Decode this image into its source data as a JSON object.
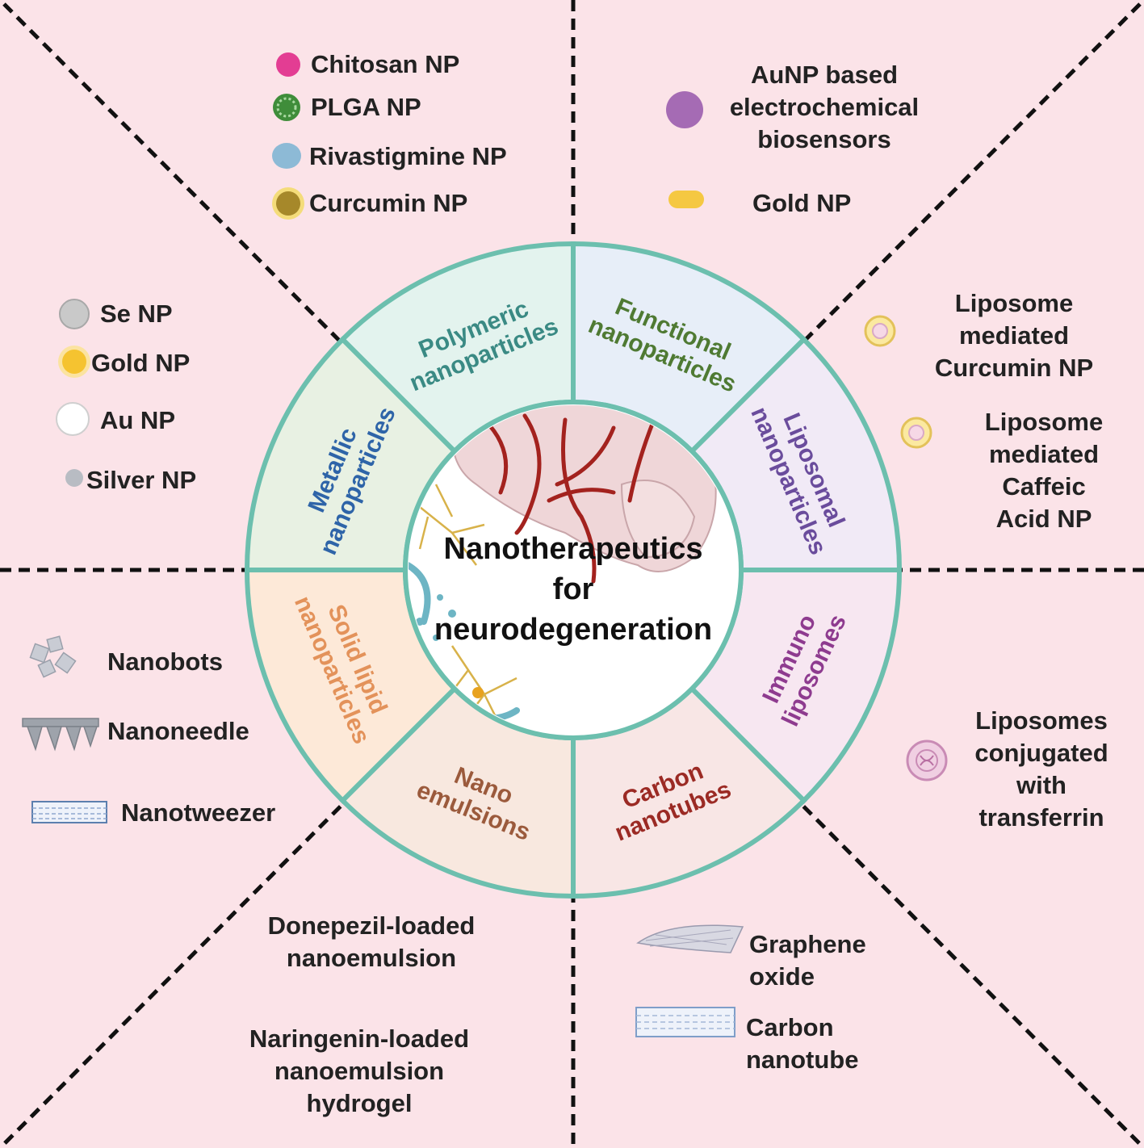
{
  "center_title": [
    "Nanotherapeutics",
    "for",
    "neurodegeneration"
  ],
  "colors": {
    "background": "#fbe3e8",
    "ring_stroke": "#6cbfae",
    "polymeric": "#e3f3ee",
    "functional": "#e7eef8",
    "liposomal": "#f1eaf6",
    "immuno": "#f7e7f1",
    "carbon": "#f8e6e5",
    "nanoemulsions": "#f8e8df",
    "solid_lipid": "#fde9d8",
    "metallic": "#e8f1e3"
  },
  "segments": [
    {
      "id": "polymeric",
      "lines": [
        "Polymeric",
        "nanoparticles"
      ],
      "color": "#3a8a84"
    },
    {
      "id": "functional",
      "lines": [
        "Functional",
        "nanoparticles"
      ],
      "color": "#4f7a33"
    },
    {
      "id": "liposomal",
      "lines": [
        "Liposomal",
        "nanoparticles"
      ],
      "color": "#6a4c9c"
    },
    {
      "id": "immuno",
      "lines": [
        "Immuno",
        "liposomes"
      ],
      "color": "#8e3b8f"
    },
    {
      "id": "carbon",
      "lines": [
        "Carbon",
        "nanotubes"
      ],
      "color": "#9b2a24"
    },
    {
      "id": "nanoemulsions",
      "lines": [
        "Nano",
        "emulsions"
      ],
      "color": "#9b5a3c"
    },
    {
      "id": "solid_lipid",
      "lines": [
        "Solid lipid",
        "nanoparticles"
      ],
      "color": "#e3925a"
    },
    {
      "id": "metallic",
      "lines": [
        "Metallic",
        "nanoparticles"
      ],
      "color": "#2e64a8"
    }
  ],
  "panels": {
    "polymeric": [
      "Chitosan NP",
      "PLGA NP",
      "Rivastigmine NP",
      "Curcumin NP"
    ],
    "functional": {
      "aunp": [
        "AuNP based",
        "electrochemical",
        "biosensors"
      ],
      "gold": "Gold NP"
    },
    "liposomal": {
      "curcumin": [
        "Liposome",
        "mediated",
        "Curcumin NP"
      ],
      "caffeic": [
        "Liposome",
        "mediated",
        "Caffeic",
        "Acid NP"
      ]
    },
    "immuno": [
      "Liposomes",
      "conjugated",
      "with",
      "transferrin"
    ],
    "carbon": {
      "graphene": [
        "Graphene",
        "oxide"
      ],
      "nanotube": [
        "Carbon",
        "nanotube"
      ]
    },
    "nanoemulsions": {
      "donepezil": [
        "Donepezil-loaded",
        "nanoemulsion"
      ],
      "naringenin": [
        "Naringenin-loaded",
        "nanoemulsion",
        "hydrogel"
      ]
    },
    "solid_lipid": [
      "Nanobots",
      "Nanoneedle",
      "Nanotweezer"
    ],
    "metallic": [
      "Se NP",
      "Gold NP",
      "Au NP",
      "Silver NP"
    ]
  }
}
